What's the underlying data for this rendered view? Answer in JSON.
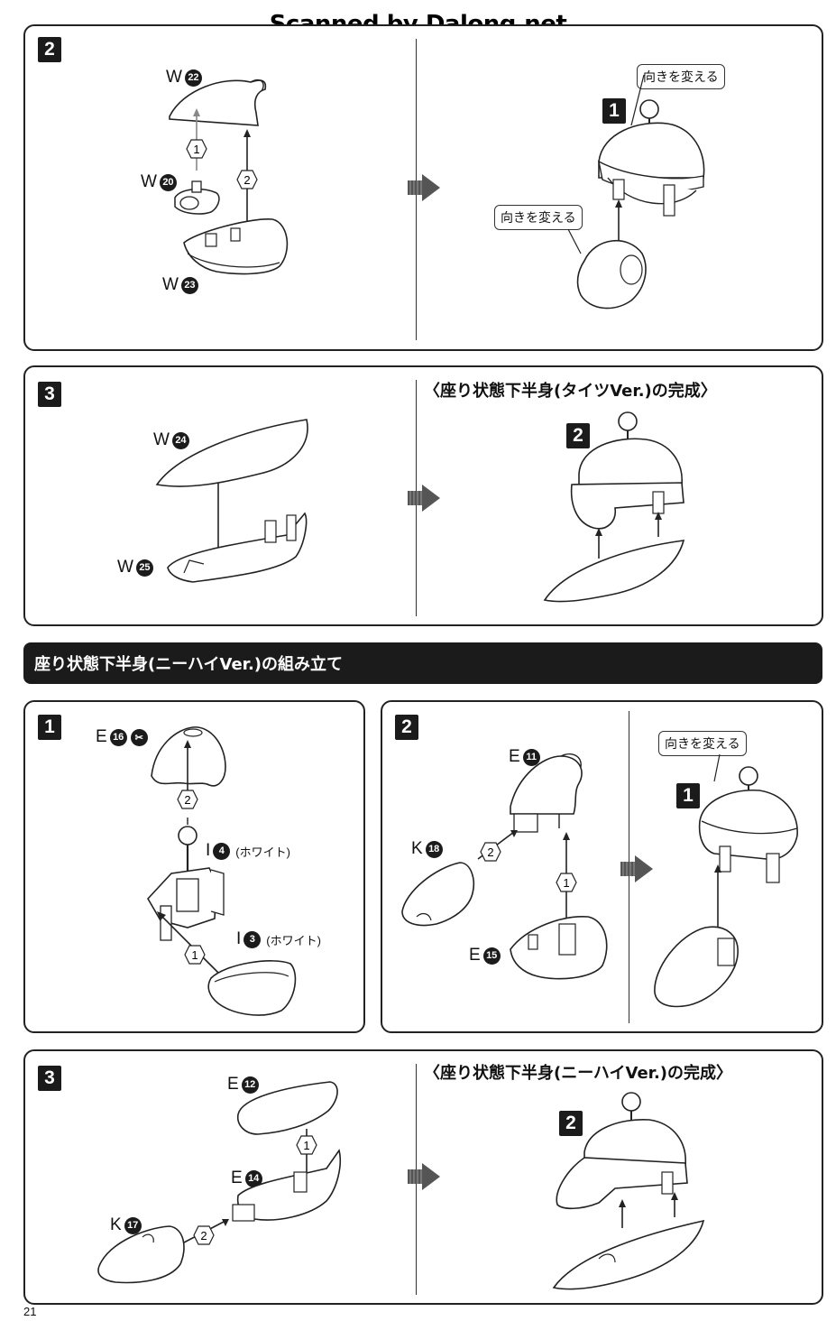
{
  "watermark": "Scanned by Dalong.net",
  "page_number": "21",
  "banner": "座り状態下半身(ニーハイVer.)の組み立て",
  "steps": {
    "tights2": {
      "number": "2",
      "parts": {
        "a": {
          "letter": "W",
          "num": "22"
        },
        "b": {
          "letter": "W",
          "num": "20"
        },
        "c": {
          "letter": "W",
          "num": "23"
        }
      },
      "order": [
        "1",
        "2"
      ],
      "callout_top": "向きを変える",
      "callout_bottom": "向きを変える",
      "sub_ref": "1"
    },
    "tights3": {
      "number": "3",
      "heading": "〈座り状態下半身(タイツVer.)の完成〉",
      "parts": {
        "a": {
          "letter": "W",
          "num": "24"
        },
        "b": {
          "letter": "W",
          "num": "25"
        }
      },
      "sub_ref": "2"
    },
    "knee1": {
      "number": "1",
      "parts": {
        "a": {
          "letter": "E",
          "num": "16"
        },
        "b": {
          "letter": "I",
          "num": "4",
          "note": "(ホワイト)"
        },
        "c": {
          "letter": "I",
          "num": "3",
          "note": "(ホワイト)"
        }
      },
      "order": [
        "2",
        "1"
      ]
    },
    "knee2": {
      "number": "2",
      "parts": {
        "a": {
          "letter": "E",
          "num": "11"
        },
        "b": {
          "letter": "K",
          "num": "18"
        },
        "c": {
          "letter": "E",
          "num": "15"
        }
      },
      "order": [
        "2",
        "1"
      ],
      "callout": "向きを変える",
      "sub_ref": "1"
    },
    "knee3": {
      "number": "3",
      "heading": "〈座り状態下半身(ニーハイVer.)の完成〉",
      "parts": {
        "a": {
          "letter": "E",
          "num": "12"
        },
        "b": {
          "letter": "E",
          "num": "14"
        },
        "c": {
          "letter": "K",
          "num": "17"
        }
      },
      "order": [
        "1",
        "2"
      ],
      "sub_ref": "2"
    }
  }
}
